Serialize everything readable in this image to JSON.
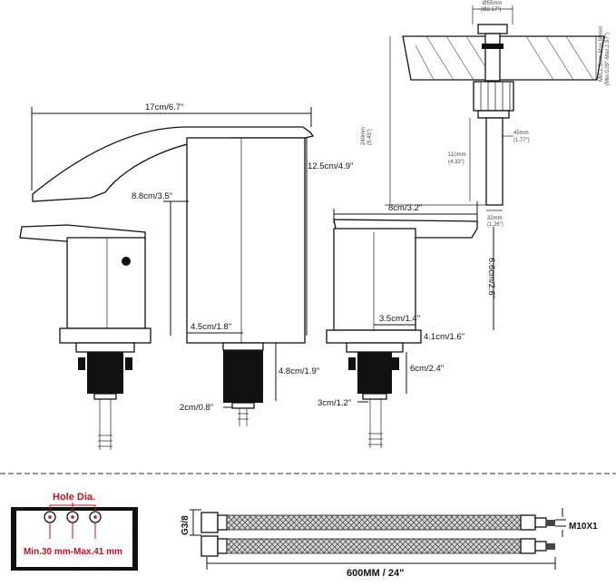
{
  "faucet": {
    "spout_width": "17cm/6.7\"",
    "spout_height": "12.5cm/4.9\"",
    "spout_reach": "8.8cm/3.5\"",
    "spout_base": "4.5cm/1.8\"",
    "spout_shank": "4.8cm/1.9\"",
    "spout_shank_dia": "2cm/0.8\"",
    "handle_length": "8cm/3.2\"",
    "handle_height": "6.6cm/2.6\"",
    "handle_block": "3.5cm/1.4\"",
    "handle_base": "4.1cm/1.6\"",
    "handle_shank": "6cm/2.4\"",
    "handle_shank_dia": "3cm/1.2\""
  },
  "drain": {
    "cap_dia": "Ø55mm",
    "cap_dia_in": "(Ø2.17\")",
    "height": "240mm",
    "height_in": "(9.45\")",
    "tail": "110mm",
    "tail_in": "(4.33\")",
    "tail_dia": "45mm",
    "tail_dia_in": "(1.77\")",
    "pipe_dia": "32mm",
    "pipe_dia_in": "(1.26\")",
    "counter_range": "Min.2.5mm-Max.50mm",
    "counter_range_in": "(Min.0.09\"-Max.1.97\")"
  },
  "hole": {
    "title": "Hole Dia.",
    "range": "Min.30 mm-Max.41 mm"
  },
  "hose": {
    "thread_left": "G3/8",
    "thread_right": "M10X1",
    "length": "600MM / 24\""
  }
}
